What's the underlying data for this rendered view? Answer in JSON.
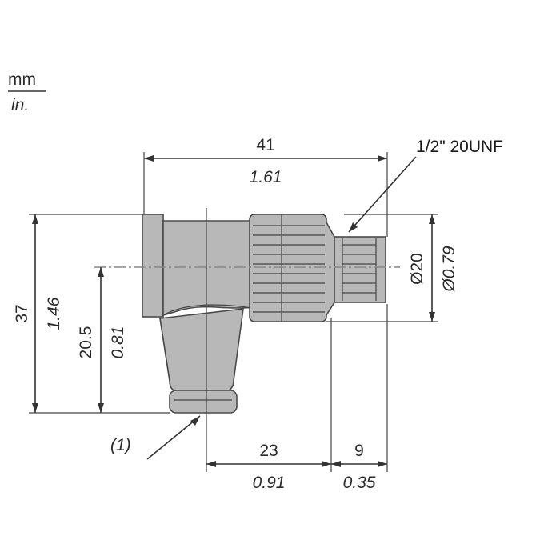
{
  "units": {
    "primary": "mm",
    "secondary": "in."
  },
  "dimensions": {
    "overall_width": {
      "mm": "41",
      "in": "1.61"
    },
    "overall_height": {
      "mm": "37",
      "in": "1.46"
    },
    "axis_height": {
      "mm": "20.5",
      "in": "0.81"
    },
    "nut_to_cable": {
      "mm": "23",
      "in": "0.91"
    },
    "thread_length": {
      "mm": "9",
      "in": "0.35"
    },
    "diameter": {
      "mm": "Ø20",
      "in": "Ø0.79"
    }
  },
  "callouts": {
    "thread": "1/2\" 20UNF",
    "cable_note": "(1)"
  }
}
